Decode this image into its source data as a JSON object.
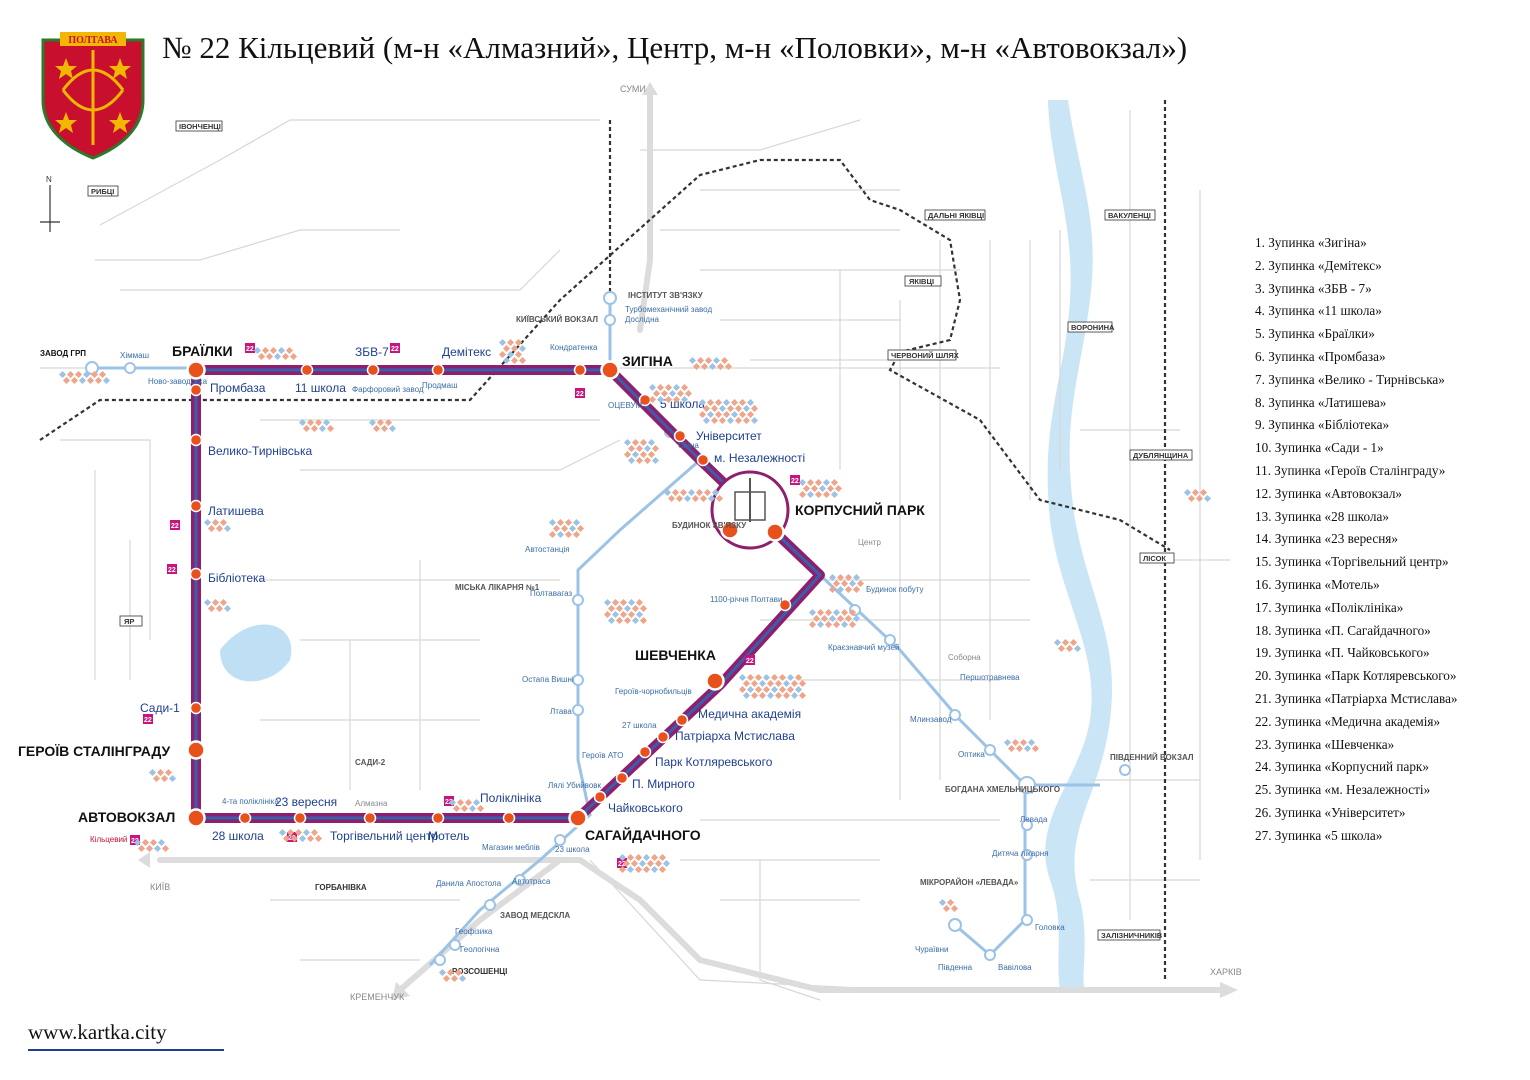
{
  "title": "№ 22  Кільцевий (м-н «Алмазний», Центр, м-н «Половки», м-н «Автовокзал»)",
  "crest_text": "ПОЛТАВА",
  "website": "www.kartka.city",
  "route_number": "22",
  "colors": {
    "route_outer": "#8e1f6e",
    "route_inner": "#3a5fa8",
    "stop": "#e8501c",
    "tram": "#9cc3e6",
    "text_blue": "#1f3f8f",
    "crest_red": "#c8102e",
    "crest_gold": "#f2b705"
  },
  "major_stops": [
    {
      "id": "brailky",
      "label": "БРАЇЛКИ"
    },
    {
      "id": "zygina",
      "label": "ЗИГІНА"
    },
    {
      "id": "korpusnyi",
      "label": "КОРПУСНИЙ ПАРК"
    },
    {
      "id": "shevchenka",
      "label": "ШЕВЧЕНКА"
    },
    {
      "id": "sahaidachnoho",
      "label": "САГАЙДАЧНОГО"
    },
    {
      "id": "avtovokzal",
      "label": "АВТОВОКЗАЛ"
    },
    {
      "id": "geroiv",
      "label": "ГЕРОЇВ СТАЛІНГРАДУ"
    }
  ],
  "route_stop_labels": {
    "prombaza": "Промбаза",
    "shkola11": "11 школа",
    "zbv7": "ЗБВ-7",
    "demitex": "Демітекс",
    "shkola5": "5 школа",
    "universytet": "Університет",
    "nezalezhnosti": "м. Незалежності",
    "velyko": "Велико-Тирнівська",
    "latysheva": "Латишева",
    "biblioteka": "Бібліотека",
    "sady1": "Сади-1",
    "shkola28": "28 школа",
    "veresnia23": "23 вересня",
    "torgovelnyi": "Торгівельний центр",
    "motel": "Мотель",
    "poliklinika": "Поліклініка",
    "chaikovskoho": "Чайковського",
    "myrnoho": "П. Мирного",
    "kotliarevskoho": "Парк Котляревського",
    "mstyslava": "Патріарха Мстислава",
    "medychna": "Медична академія"
  },
  "secondary_labels": [
    "ЗАВОД ГРП",
    "Хіммаш",
    "Ново-заводська",
    "Фарфоровий завод",
    "Продмаш",
    "КИЇВСЬКИЙ ВОКЗАЛ",
    "Кондратенка",
    "Турбомеханічний завод",
    "Дослідна",
    "ІНСТИТУТ ЗВ'ЯЗКУ",
    "ОЦЕВУМ",
    "Сінна",
    "БУДИНОК ЗВ'ЯЗКУ",
    "Центр",
    "Будинок побуту",
    "Краєзнавчий музей",
    "Соборна",
    "Першотравнева",
    "Млинзавод",
    "Оптика",
    "БОГДАНА ХМЕЛЬНИЦЬКОГО",
    "Левада",
    "Дитяча лікарня",
    "Головка",
    "Вавілова",
    "Південна",
    "Чураївни",
    "МІКРОРАЙОН «ЛЕВАДА»",
    "ПІВДЕННИЙ ВОКЗАЛ",
    "Автостанція",
    "Полтавагаз",
    "Остапа Вишні",
    "Лтава",
    "Героїв-чорнобильців",
    "27 школа",
    "Героїв АТО",
    "Лялі Убийвовк",
    "23 школа",
    "Магазин меблів",
    "Автотраса",
    "Данила Апостола",
    "ЗАВОД МЕДСКЛА",
    "Геофізика",
    "Геологічна",
    "РОЗСОШЕНЦІ",
    "МІСЬКА ЛІКАРНЯ №1",
    "1100-річчя Полтави",
    "Алмазна",
    "4-та поліклініка",
    "Кільцевий",
    "САДИ-2",
    "ГОРБАНІВКА"
  ],
  "districts": [
    "ІВОНЧЕНЦІ",
    "РИБЦІ",
    "ЯР",
    "ДАЛЬНІ ЯКІВЦІ",
    "ЯКІВЦІ",
    "ЧЕРВОНИЙ ШЛЯХ",
    "ВАКУЛЕНЦІ",
    "ВОРОНИНА",
    "ДУБЛЯНЩИНА",
    "ЛІСОК",
    "ЗАЛІЗНИЧНИКІВ"
  ],
  "directions": {
    "north": "СУМИ",
    "west": "КИЇВ",
    "south": "КРЕМЕНЧУК",
    "east": "ХАРКІВ",
    "compass": "N"
  },
  "legend": [
    "1. Зупинка «Зигіна»",
    "2. Зупинка «Демітекс»",
    "3. Зупинка «ЗБВ - 7»",
    "4. Зупинка «11 школа»",
    "5. Зупинка «Браїлки»",
    "6. Зупинка «Промбаза»",
    "7. Зупинка «Велико - Тирнівська»",
    "8. Зупинка «Латишева»",
    "9. Зупинка «Бібліотека»",
    "10. Зупинка «Сади - 1»",
    "11. Зупинка «Героїв Сталінграду»",
    "12. Зупинка «Автовокзал»",
    "13. Зупинка «28 школа»",
    "14. Зупинка «23 вересня»",
    "15. Зупинка «Торгівельний центр»",
    "16. Зупинка «Мотель»",
    "17. Зупинка «Поліклініка»",
    "18. Зупинка «П. Сагайдачного»",
    "19. Зупинка «П. Чайковського»",
    "20. Зупинка «Парк Котляревського»",
    "21. Зупинка «Патріарха Мстислава»",
    "22. Зупинка «Медична академія»",
    "23. Зупинка «Шевченка»",
    "24. Зупинка «Корпусний парк»",
    "25. Зупинка «м. Незалежності»",
    "26. Зупинка «Університет»",
    "27. Зупинка «5 школа»"
  ]
}
